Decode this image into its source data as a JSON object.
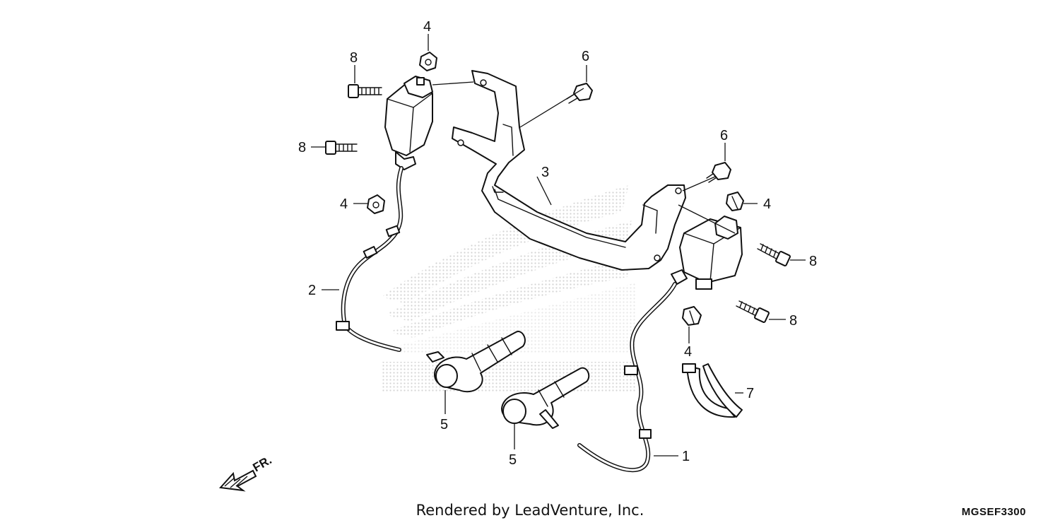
{
  "diagram": {
    "callouts": {
      "c1": "1",
      "c2": "2",
      "c3": "3",
      "c4a": "4",
      "c4b": "4",
      "c4c": "4",
      "c4d": "4",
      "c5a": "5",
      "c5b": "5",
      "c6a": "6",
      "c6b": "6",
      "c7": "7",
      "c8a": "8",
      "c8b": "8",
      "c8c": "8",
      "c8d": "8"
    },
    "direction_label": "FR.",
    "credit": "Rendered by LeadVenture, Inc.",
    "drawing_code": "MGSEF3300",
    "colors": {
      "line": "#111111",
      "watermark": "#d9d9d9"
    },
    "icons": {
      "direction": "front-arrow-icon",
      "watermark": "brand-wing-watermark"
    }
  }
}
